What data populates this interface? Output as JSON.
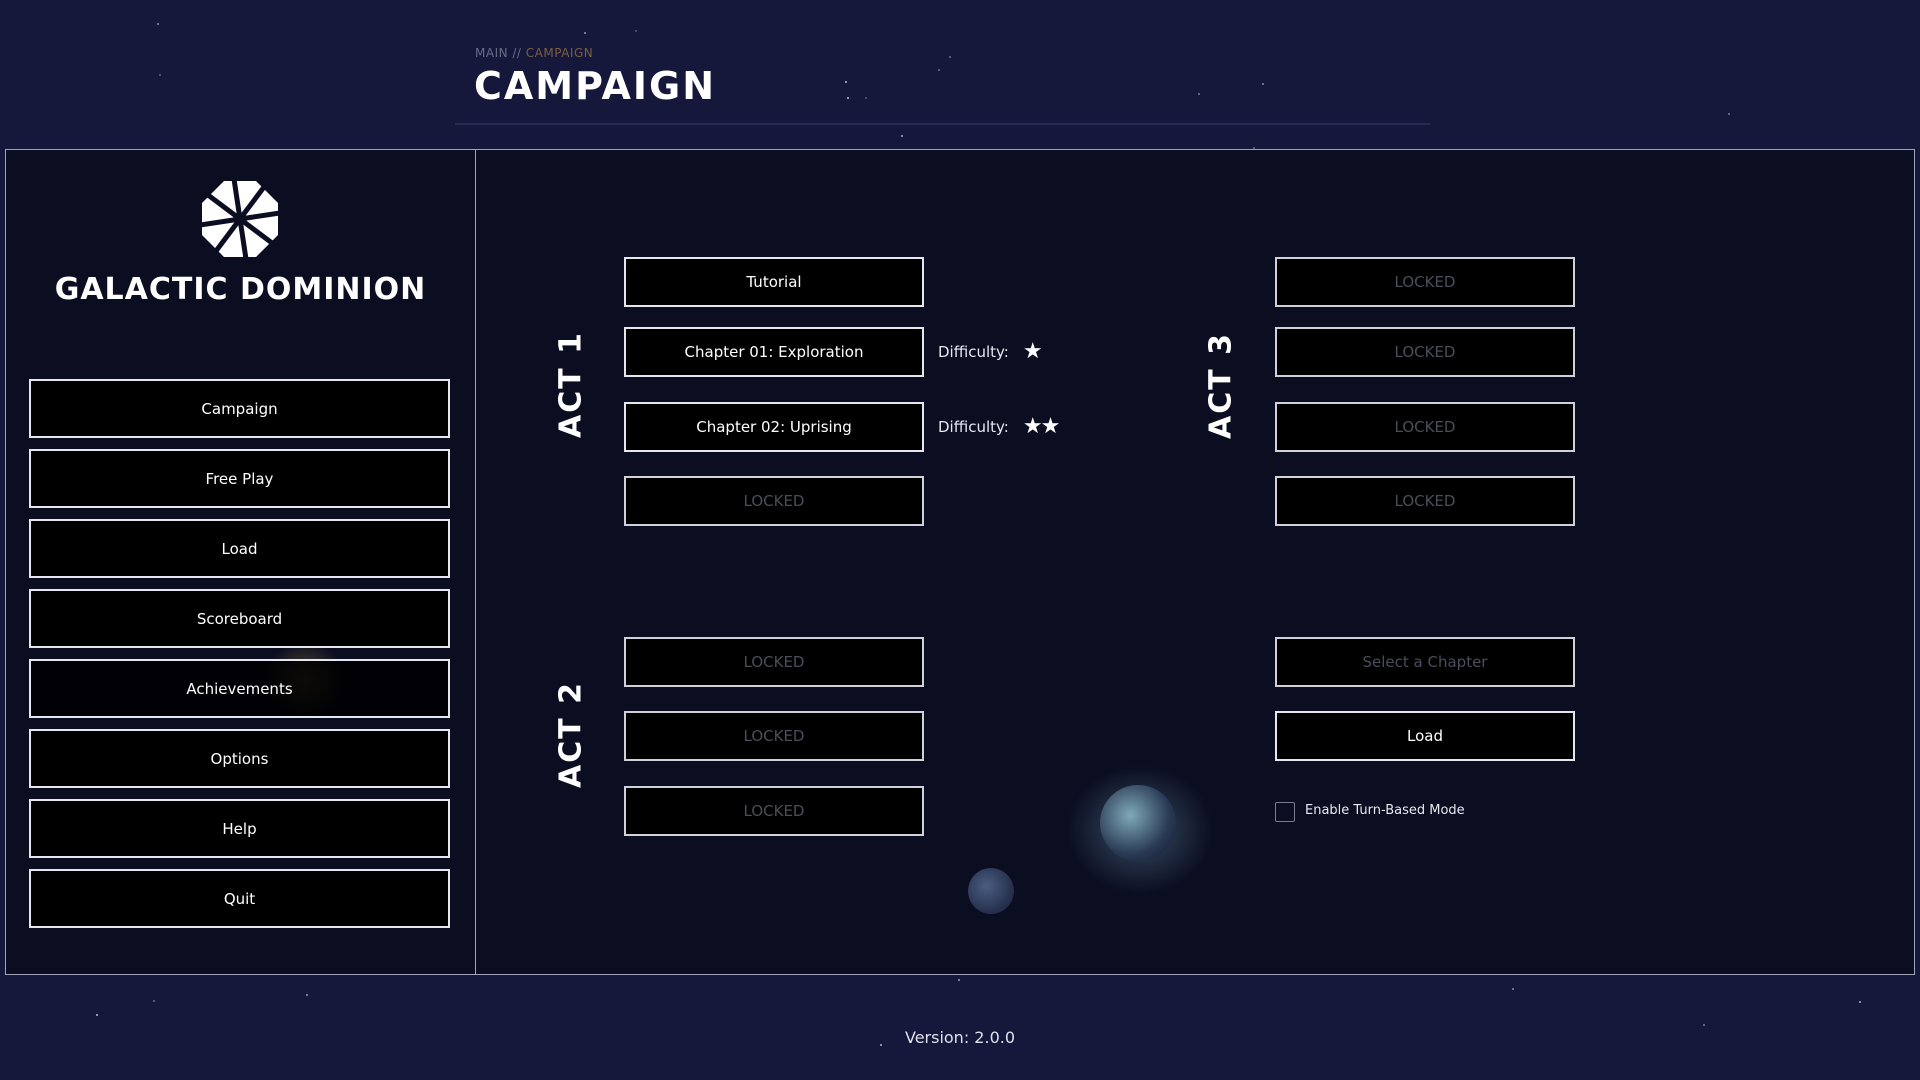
{
  "header": {
    "breadcrumb_root": "MAIN",
    "breadcrumb_sep": " // ",
    "breadcrumb_current": "CAMPAIGN",
    "title": "CAMPAIGN"
  },
  "sidebar": {
    "game_title": "GALACTIC DOMINION",
    "items": [
      {
        "label": "Campaign"
      },
      {
        "label": "Free Play"
      },
      {
        "label": "Load"
      },
      {
        "label": "Scoreboard"
      },
      {
        "label": "Achievements"
      },
      {
        "label": "Options"
      },
      {
        "label": "Help"
      },
      {
        "label": "Quit"
      }
    ]
  },
  "acts": [
    {
      "label": "ACT 1",
      "chapters": [
        {
          "label": "Tutorial",
          "locked": false
        },
        {
          "label": "Chapter 01: Exploration",
          "locked": false,
          "difficulty_label": "Difficulty:",
          "difficulty_stars": 1,
          "stars": "★"
        },
        {
          "label": "Chapter 02: Uprising",
          "locked": false,
          "difficulty_label": "Difficulty:",
          "difficulty_stars": 2,
          "stars": "★★"
        },
        {
          "label": "LOCKED",
          "locked": true
        }
      ]
    },
    {
      "label": "ACT 2",
      "chapters": [
        {
          "label": "LOCKED",
          "locked": true
        },
        {
          "label": "LOCKED",
          "locked": true
        },
        {
          "label": "LOCKED",
          "locked": true
        }
      ]
    },
    {
      "label": "ACT 3",
      "chapters": [
        {
          "label": "LOCKED",
          "locked": true
        },
        {
          "label": "LOCKED",
          "locked": true
        },
        {
          "label": "LOCKED",
          "locked": true
        },
        {
          "label": "LOCKED",
          "locked": true
        }
      ]
    }
  ],
  "actions": {
    "select_chapter": "Select a Chapter",
    "load": "Load",
    "turn_based_label": "Enable Turn-Based Mode",
    "turn_based_checked": false
  },
  "footer": {
    "version": "Version: 2.0.0"
  },
  "colors": {
    "background": "#15173b",
    "panel": "#0b0d21",
    "breadcrumb_current": "#7a5f40"
  }
}
